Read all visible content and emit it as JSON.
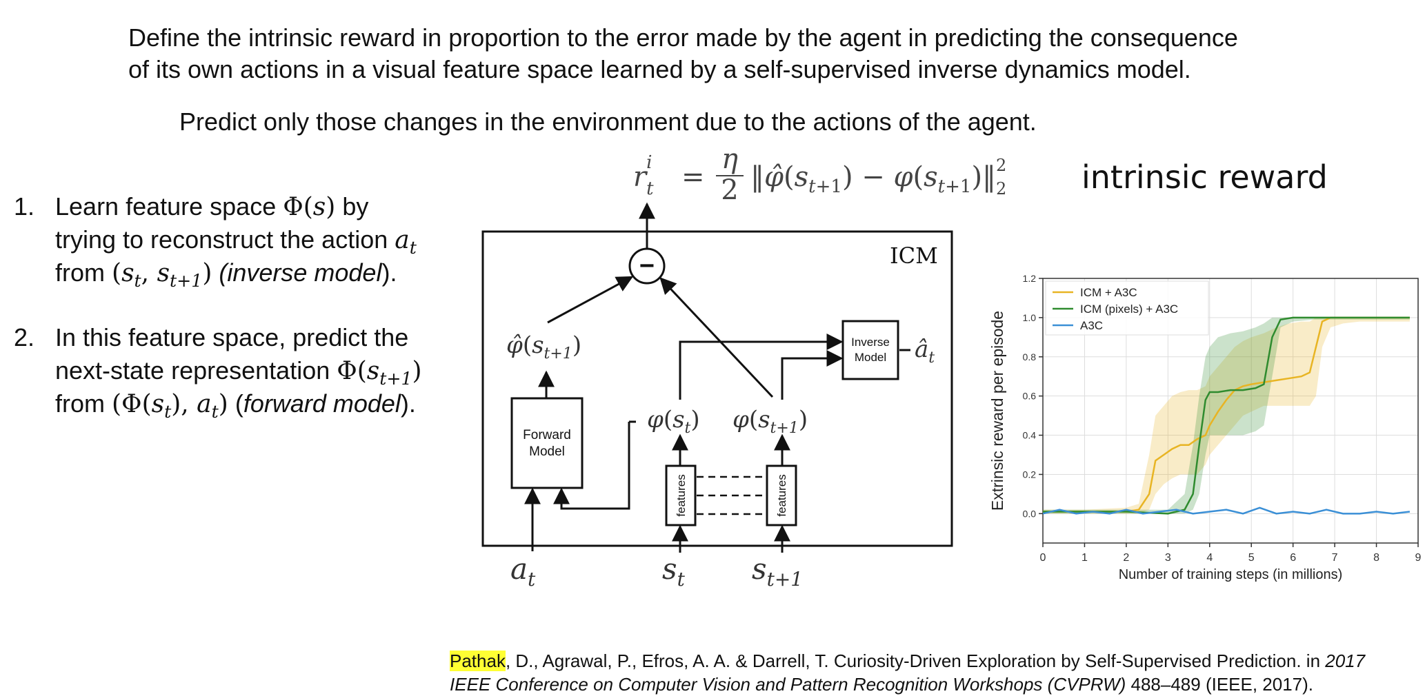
{
  "slide": {
    "line1": "Define the intrinsic reward in proportion to the error made by the agent in predicting the consequence",
    "line2": "of its own actions in a visual feature space learned by a self-supervised inverse dynamics model.",
    "line3": "Predict only those changes in the environment due to the actions of the agent.",
    "items": [
      {
        "number": "1.",
        "l1a": "Learn feature space ",
        "l1m": "Φ(s)",
        "l1b": " by",
        "l2a": "trying to reconstruct the action ",
        "l2m": "a_t",
        "l3a": "from ",
        "l3m": "(s_t, s_t+1)",
        "l3b": " (inverse model",
        "l3c": ")."
      },
      {
        "number": "2.",
        "l1a": "In this feature space, predict the",
        "l2a": "next-state representation ",
        "l2m": "Φ(s_t+1)",
        "l3a": "from ",
        "l3m": "(Φ(s_t), a_t)",
        "l3b": " (",
        "l3c": "forward model",
        "l3d": ")."
      }
    ],
    "formula": "r_t^i = η/2 ‖φ̂(s_t+1) − φ(s_t+1)‖²₂",
    "formula_caption": "intrinsic reward"
  },
  "diagram": {
    "icm_label": "ICM",
    "minus": "−",
    "forward_model": [
      "Forward",
      "Model"
    ],
    "inverse_model": [
      "Inverse",
      "Model"
    ],
    "features": "features",
    "phi_hat": "φ̂(s_t+1)",
    "phi_st": "φ(s_t)",
    "phi_st1": "φ(s_t+1)",
    "a_hat": "â_t",
    "a_t": "a_t",
    "s_t": "s_t",
    "s_t1": "s_t+1"
  },
  "chart_data": {
    "type": "line",
    "title": "",
    "xlabel": "Number of training steps (in millions)",
    "ylabel": "Extrinsic reward per episode",
    "xlim": [
      0,
      9
    ],
    "ylim": [
      -0.15,
      1.2
    ],
    "xticks": [
      0,
      1,
      2,
      3,
      4,
      5,
      6,
      7,
      8,
      9
    ],
    "yticks": [
      0.0,
      0.2,
      0.4,
      0.6,
      0.8,
      1.0,
      1.2
    ],
    "grid": true,
    "legend_position": "top-left",
    "series": [
      {
        "name": "ICM + A3C",
        "color": "#e8b423",
        "x": [
          0,
          1,
          2,
          2.3,
          2.55,
          2.7,
          2.9,
          3.1,
          3.3,
          3.5,
          3.7,
          3.9,
          4.0,
          4.2,
          4.4,
          4.6,
          4.8,
          5.0,
          5.3,
          5.6,
          5.9,
          6.2,
          6.4,
          6.55,
          6.7,
          6.9,
          7.2,
          7.6,
          8.0,
          8.4,
          8.8
        ],
        "y": [
          0.01,
          0.01,
          0.01,
          0.02,
          0.1,
          0.27,
          0.3,
          0.33,
          0.35,
          0.35,
          0.38,
          0.4,
          0.45,
          0.52,
          0.58,
          0.63,
          0.65,
          0.66,
          0.67,
          0.68,
          0.69,
          0.7,
          0.72,
          0.85,
          0.98,
          1.0,
          1.0,
          1.0,
          1.0,
          1.0,
          1.0
        ],
        "band_lower": [
          0.0,
          0.0,
          0.0,
          0.0,
          0.02,
          0.1,
          0.15,
          0.18,
          0.2,
          0.2,
          0.2,
          0.25,
          0.3,
          0.35,
          0.4,
          0.45,
          0.5,
          0.52,
          0.55,
          0.55,
          0.55,
          0.55,
          0.55,
          0.6,
          0.85,
          0.95,
          0.97,
          0.98,
          0.98,
          0.98,
          0.98
        ],
        "band_upper": [
          0.02,
          0.02,
          0.03,
          0.05,
          0.3,
          0.5,
          0.55,
          0.6,
          0.62,
          0.63,
          0.63,
          0.65,
          0.7,
          0.75,
          0.8,
          0.85,
          0.88,
          0.9,
          0.92,
          0.95,
          0.97,
          0.98,
          0.98,
          1.0,
          1.0,
          1.0,
          1.0,
          1.0,
          1.0,
          1.0,
          1.0
        ]
      },
      {
        "name": "ICM (pixels) + A3C",
        "color": "#2e8b2e",
        "x": [
          0,
          1,
          2,
          3,
          3.4,
          3.6,
          3.75,
          3.9,
          4.0,
          4.2,
          4.5,
          4.8,
          5.1,
          5.3,
          5.5,
          5.7,
          6.0,
          6.5,
          7.0,
          7.5,
          8.0,
          8.4,
          8.8
        ],
        "y": [
          0.01,
          0.01,
          0.01,
          0.0,
          0.02,
          0.1,
          0.35,
          0.58,
          0.62,
          0.62,
          0.63,
          0.63,
          0.64,
          0.66,
          0.9,
          0.99,
          1.0,
          1.0,
          1.0,
          1.0,
          1.0,
          1.0,
          1.0
        ],
        "band_lower": [
          0.0,
          0.0,
          0.0,
          0.0,
          0.0,
          0.02,
          0.1,
          0.3,
          0.4,
          0.4,
          0.4,
          0.4,
          0.42,
          0.45,
          0.7,
          0.95,
          0.98,
          0.99,
          0.99,
          0.99,
          0.99,
          0.99,
          0.99
        ],
        "band_upper": [
          0.02,
          0.02,
          0.02,
          0.02,
          0.1,
          0.35,
          0.6,
          0.8,
          0.85,
          0.9,
          0.92,
          0.93,
          0.95,
          0.97,
          1.0,
          1.0,
          1.0,
          1.0,
          1.0,
          1.0,
          1.0,
          1.0,
          1.0
        ]
      },
      {
        "name": "A3C",
        "color": "#3a8fd6",
        "x": [
          0,
          0.4,
          0.8,
          1.2,
          1.6,
          2.0,
          2.4,
          2.8,
          3.2,
          3.6,
          4.0,
          4.4,
          4.8,
          5.2,
          5.6,
          6.0,
          6.4,
          6.8,
          7.2,
          7.6,
          8.0,
          8.4,
          8.8
        ],
        "y": [
          0.0,
          0.02,
          0.0,
          0.01,
          0.0,
          0.02,
          0.0,
          0.01,
          0.02,
          0.0,
          0.01,
          0.02,
          0.0,
          0.03,
          0.0,
          0.01,
          0.0,
          0.02,
          0.0,
          0.0,
          0.01,
          0.0,
          0.01
        ]
      }
    ]
  },
  "reference": {
    "highlight": "Pathak",
    "text1": ", D., Agrawal, P., Efros, A. A. & Darrell, T. Curiosity-Driven Exploration by Self-Supervised Prediction. in ",
    "italic1": "2017",
    "italic2": "IEEE Conference on Computer Vision and Pattern Recognition Workshops (CVPRW)",
    "text2": " 488–489 (IEEE, 2017)."
  }
}
